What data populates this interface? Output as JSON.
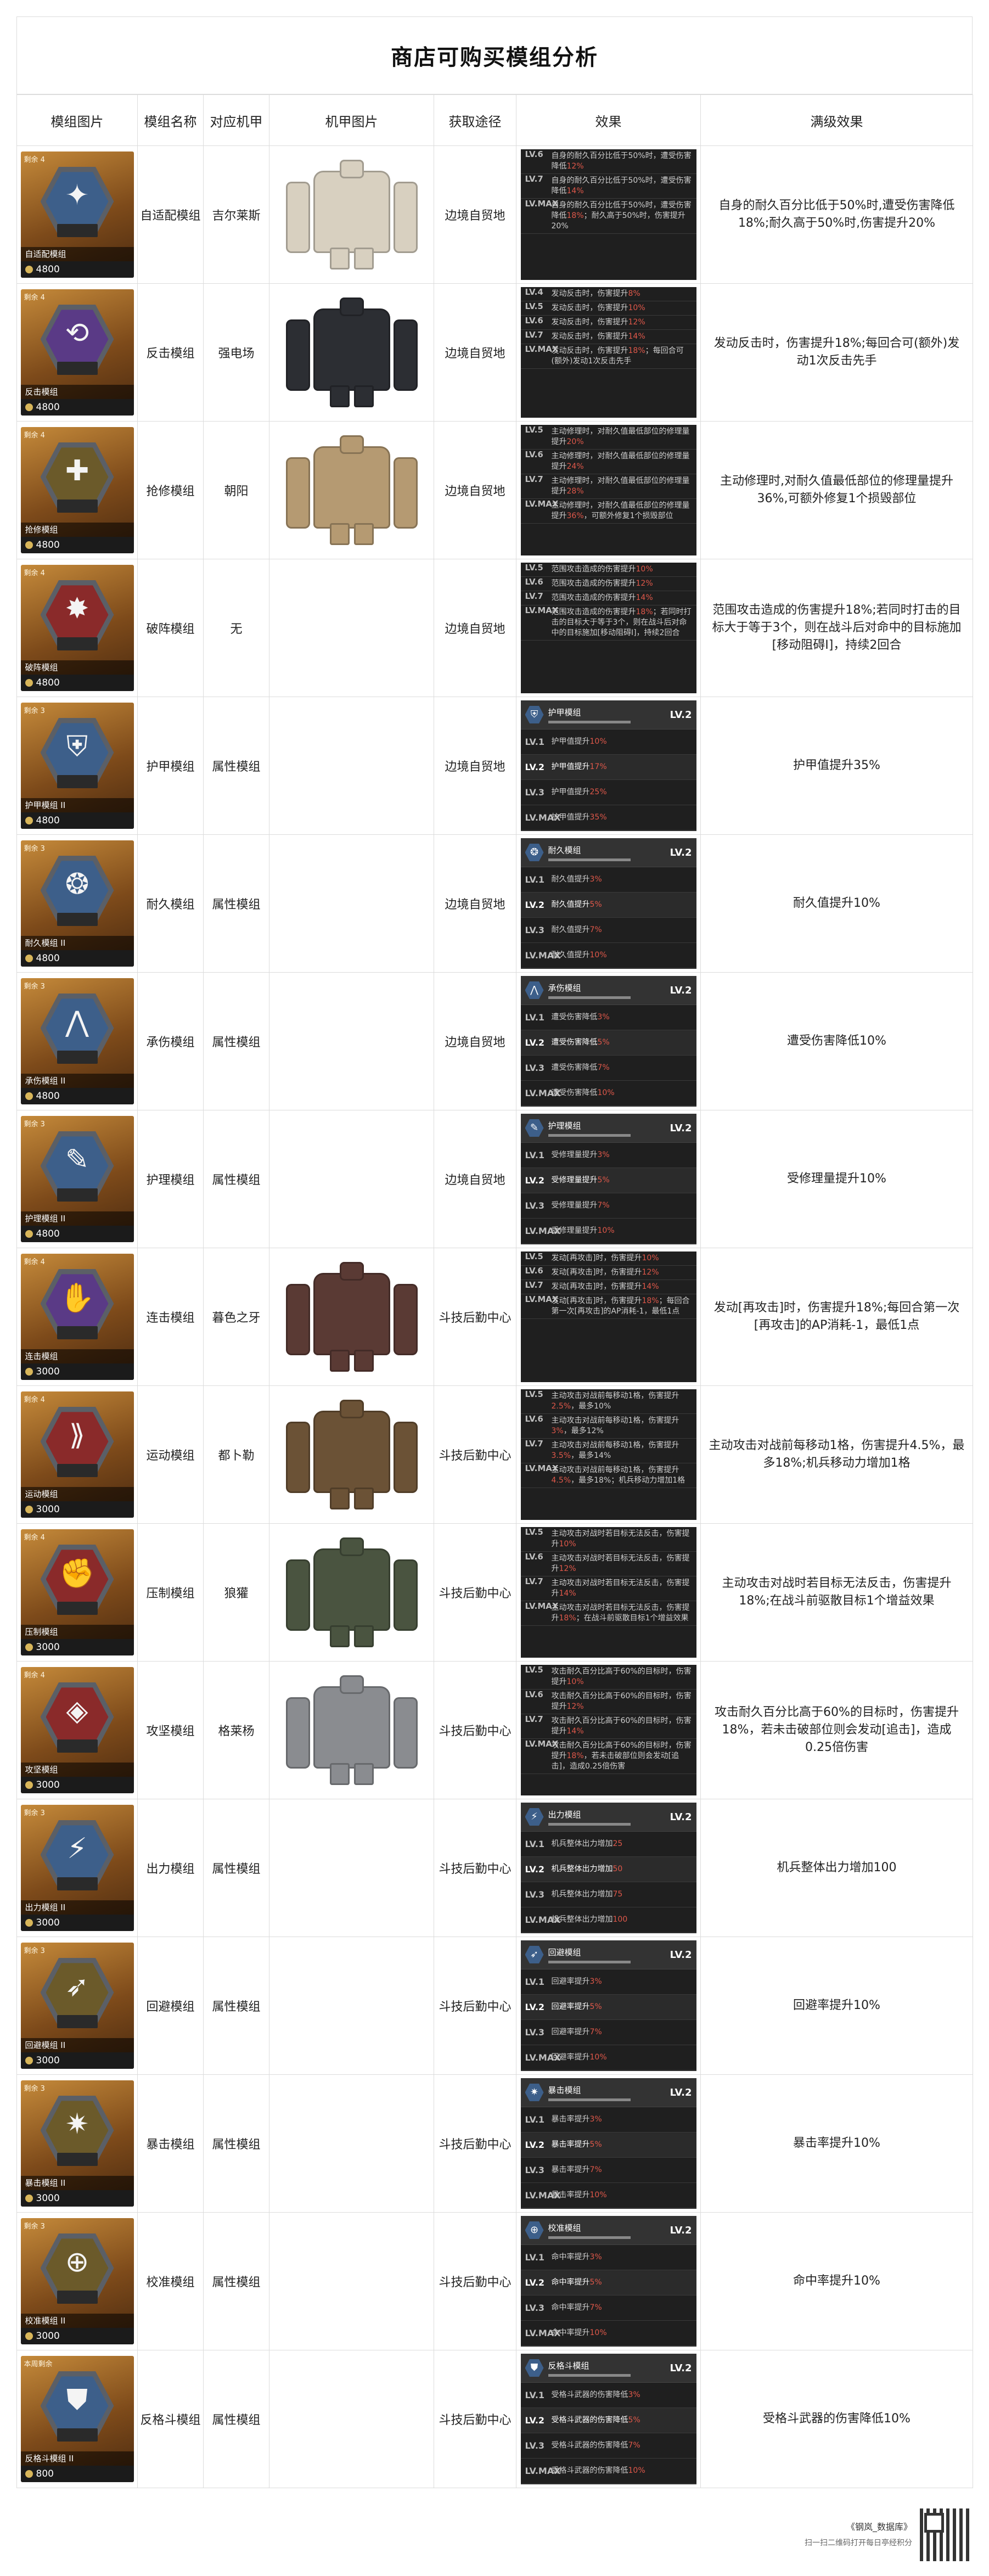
{
  "title": "商店可购买模组分析",
  "headers": [
    "模组图片",
    "模组名称",
    "对应机甲",
    "机甲图片",
    "获取途径",
    "效果",
    "满级效果"
  ],
  "rows": [
    {
      "remain": "剩余 4",
      "card_name": "自适配模组",
      "price": "4800",
      "glyph": "✦",
      "tone": "",
      "name": "自适配模组",
      "mech": "吉尔莱斯",
      "source": "边境自贸地",
      "mech_color": "#d8d0c0",
      "has_mech": true,
      "effects": [
        {
          "lv": "LV.6",
          "pre": "自身的耐久百分比低于50%时，遭受伤害降低",
          "hl": "12%",
          "post": ""
        },
        {
          "lv": "LV.7",
          "pre": "自身的耐久百分比低于50%时，遭受伤害降低",
          "hl": "14%",
          "post": ""
        },
        {
          "lv": "LV.MAX",
          "pre": "自身的耐久百分比低于50%时，遭受伤害降低",
          "hl": "18%",
          "post": "；耐久高于50%时，伤害提升20%"
        }
      ],
      "full": "自身的耐久百分比低于50%时,遭受伤害降低18%;耐久高于50%时,伤害提升20%"
    },
    {
      "remain": "剩余 4",
      "card_name": "反击模组",
      "price": "4800",
      "glyph": "⟲",
      "tone": "purple",
      "name": "反击模组",
      "mech": "强电场",
      "source": "边境自贸地",
      "mech_color": "#2c2e33",
      "has_mech": true,
      "effects": [
        {
          "lv": "LV.4",
          "pre": "发动反击时，伤害提升",
          "hl": "8%",
          "post": ""
        },
        {
          "lv": "LV.5",
          "pre": "发动反击时，伤害提升",
          "hl": "10%",
          "post": ""
        },
        {
          "lv": "LV.6",
          "pre": "发动反击时，伤害提升",
          "hl": "12%",
          "post": ""
        },
        {
          "lv": "LV.7",
          "pre": "发动反击时，伤害提升",
          "hl": "14%",
          "post": ""
        },
        {
          "lv": "LV.MAX",
          "pre": "发动反击时，伤害提升",
          "hl": "18%",
          "post": "；每回合可(额外)发动1次反击先手"
        }
      ],
      "full": "发动反击时，伤害提升18%;每回合可(额外)发动1次反击先手"
    },
    {
      "remain": "剩余 4",
      "card_name": "抢修模组",
      "price": "4800",
      "glyph": "✚",
      "tone": "olive",
      "name": "抢修模组",
      "mech": "朝阳",
      "source": "边境自贸地",
      "mech_color": "#b59a72",
      "has_mech": true,
      "effects": [
        {
          "lv": "LV.5",
          "pre": "主动修理时，对耐久值最低部位的修理量提升",
          "hl": "20%",
          "post": ""
        },
        {
          "lv": "LV.6",
          "pre": "主动修理时，对耐久值最低部位的修理量提升",
          "hl": "24%",
          "post": ""
        },
        {
          "lv": "LV.7",
          "pre": "主动修理时，对耐久值最低部位的修理量提升",
          "hl": "28%",
          "post": ""
        },
        {
          "lv": "LV.MAX",
          "pre": "主动修理时，对耐久值最低部位的修理量提升",
          "hl": "36%",
          "post": "，可额外修复1个损毁部位"
        }
      ],
      "full": "主动修理时,对耐久值最低部位的修理量提升36%,可额外修复1个损毁部位"
    },
    {
      "remain": "剩余 4",
      "card_name": "破阵模组",
      "price": "4800",
      "glyph": "✸",
      "tone": "red",
      "name": "破阵模组",
      "mech": "无",
      "source": "边境自贸地",
      "mech_color": "#ffffff",
      "has_mech": false,
      "effects": [
        {
          "lv": "LV.5",
          "pre": "范围攻击造成的伤害提升",
          "hl": "10%",
          "post": ""
        },
        {
          "lv": "LV.6",
          "pre": "范围攻击造成的伤害提升",
          "hl": "12%",
          "post": ""
        },
        {
          "lv": "LV.7",
          "pre": "范围攻击造成的伤害提升",
          "hl": "14%",
          "post": ""
        },
        {
          "lv": "LV.MAX",
          "pre": "范围攻击造成的伤害提升",
          "hl": "18%",
          "post": "；若同时打击的目标大于等于3个，则在战斗后对命中的目标施加[移动阻碍Ⅰ]，持续2回合"
        }
      ],
      "full": "范围攻击造成的伤害提升18%;若同时打击的目标大于等于3个，则在战斗后对命中的目标施加[移动阻碍Ⅰ]，持续2回合"
    },
    {
      "remain": "剩余 3",
      "card_name": "护甲模组 II",
      "price": "4800",
      "glyph": "⛨",
      "tone": "",
      "name": "护甲模组",
      "mech": "属性模组",
      "source": "边境自贸地",
      "mech_color": "#ffffff",
      "has_mech": false,
      "panel": {
        "name": "护甲模组",
        "lv": "LV.2",
        "rows": [
          {
            "lv": "LV.1",
            "pre": "护甲值提升",
            "hl": "10%"
          },
          {
            "lv": "LV.2",
            "pre": "护甲值提升",
            "hl": "17%"
          },
          {
            "lv": "LV.3",
            "pre": "护甲值提升",
            "hl": "25%"
          },
          {
            "lv": "LV.MAX",
            "pre": "护甲值提升",
            "hl": "35%"
          }
        ]
      },
      "full": "护甲值提升35%"
    },
    {
      "remain": "剩余 3",
      "card_name": "耐久模组 II",
      "price": "4800",
      "glyph": "❂",
      "tone": "",
      "name": "耐久模组",
      "mech": "属性模组",
      "source": "边境自贸地",
      "mech_color": "#ffffff",
      "has_mech": false,
      "panel": {
        "name": "耐久模组",
        "lv": "LV.2",
        "rows": [
          {
            "lv": "LV.1",
            "pre": "耐久值提升",
            "hl": "3%"
          },
          {
            "lv": "LV.2",
            "pre": "耐久值提升",
            "hl": "5%"
          },
          {
            "lv": "LV.3",
            "pre": "耐久值提升",
            "hl": "7%"
          },
          {
            "lv": "LV.MAX",
            "pre": "耐久值提升",
            "hl": "10%"
          }
        ]
      },
      "full": "耐久值提升10%"
    },
    {
      "remain": "剩余 3",
      "card_name": "承伤模组 II",
      "price": "4800",
      "glyph": "⋀",
      "tone": "",
      "name": "承伤模组",
      "mech": "属性模组",
      "source": "边境自贸地",
      "mech_color": "#ffffff",
      "has_mech": false,
      "panel": {
        "name": "承伤模组",
        "lv": "LV.2",
        "rows": [
          {
            "lv": "LV.1",
            "pre": "遭受伤害降低",
            "hl": "3%"
          },
          {
            "lv": "LV.2",
            "pre": "遭受伤害降低",
            "hl": "5%"
          },
          {
            "lv": "LV.3",
            "pre": "遭受伤害降低",
            "hl": "7%"
          },
          {
            "lv": "LV.MAX",
            "pre": "遭受伤害降低",
            "hl": "10%"
          }
        ]
      },
      "full": "遭受伤害降低10%"
    },
    {
      "remain": "剩余 3",
      "card_name": "护理模组 II",
      "price": "4800",
      "glyph": "✎",
      "tone": "",
      "name": "护理模组",
      "mech": "属性模组",
      "source": "边境自贸地",
      "mech_color": "#ffffff",
      "has_mech": false,
      "panel": {
        "name": "护理模组",
        "lv": "LV.2",
        "rows": [
          {
            "lv": "LV.1",
            "pre": "受修理量提升",
            "hl": "3%"
          },
          {
            "lv": "LV.2",
            "pre": "受修理量提升",
            "hl": "5%"
          },
          {
            "lv": "LV.3",
            "pre": "受修理量提升",
            "hl": "7%"
          },
          {
            "lv": "LV.MAX",
            "pre": "受修理量提升",
            "hl": "10%"
          }
        ]
      },
      "full": "受修理量提升10%"
    },
    {
      "remain": "剩余 4",
      "card_name": "连击模组",
      "price": "3000",
      "glyph": "✋",
      "tone": "purple",
      "name": "连击模组",
      "mech": "暮色之牙",
      "source": "斗技后勤中心",
      "mech_color": "#5a3a34",
      "has_mech": true,
      "effects": [
        {
          "lv": "LV.5",
          "pre": "发动[再攻击]时，伤害提升",
          "hl": "10%",
          "post": ""
        },
        {
          "lv": "LV.6",
          "pre": "发动[再攻击]时，伤害提升",
          "hl": "12%",
          "post": ""
        },
        {
          "lv": "LV.7",
          "pre": "发动[再攻击]时，伤害提升",
          "hl": "14%",
          "post": ""
        },
        {
          "lv": "LV.MAX",
          "pre": "发动[再攻击]时，伤害提升",
          "hl": "18%",
          "post": "；每回合第一次[再攻击]的AP消耗-1，最低1点"
        }
      ],
      "full": "发动[再攻击]时，伤害提升18%;每回合第一次[再攻击]的AP消耗-1，最低1点"
    },
    {
      "remain": "剩余 4",
      "card_name": "运动模组",
      "price": "3000",
      "glyph": "⟫",
      "tone": "red",
      "name": "运动模组",
      "mech": "都卜勒",
      "source": "斗技后勤中心",
      "mech_color": "#6b5236",
      "has_mech": true,
      "effects": [
        {
          "lv": "LV.5",
          "pre": "主动攻击对战前每移动1格，伤害提升",
          "hl": "2.5%",
          "post": "，最多10%"
        },
        {
          "lv": "LV.6",
          "pre": "主动攻击对战前每移动1格，伤害提升",
          "hl": "3%",
          "post": "，最多12%"
        },
        {
          "lv": "LV.7",
          "pre": "主动攻击对战前每移动1格，伤害提升",
          "hl": "3.5%",
          "post": "，最多14%"
        },
        {
          "lv": "LV.MAX",
          "pre": "主动攻击对战前每移动1格，伤害提升",
          "hl": "4.5%",
          "post": "，最多18%；机兵移动力增加1格"
        }
      ],
      "full": "主动攻击对战前每移动1格，伤害提升4.5%，最多18%;机兵移动力增加1格"
    },
    {
      "remain": "剩余 4",
      "card_name": "压制模组",
      "price": "3000",
      "glyph": "✊",
      "tone": "red",
      "name": "压制模组",
      "mech": "狼獾",
      "source": "斗技后勤中心",
      "mech_color": "#4a5440",
      "has_mech": true,
      "effects": [
        {
          "lv": "LV.5",
          "pre": "主动攻击对战时若目标无法反击，伤害提升",
          "hl": "10%",
          "post": ""
        },
        {
          "lv": "LV.6",
          "pre": "主动攻击对战时若目标无法反击，伤害提升",
          "hl": "12%",
          "post": ""
        },
        {
          "lv": "LV.7",
          "pre": "主动攻击对战时若目标无法反击，伤害提升",
          "hl": "14%",
          "post": ""
        },
        {
          "lv": "LV.MAX",
          "pre": "主动攻击对战时若目标无法反击，伤害提升",
          "hl": "18%",
          "post": "；在战斗前驱散目标1个增益效果"
        }
      ],
      "full": "主动攻击对战时若目标无法反击，伤害提升18%;在战斗前驱散目标1个增益效果"
    },
    {
      "remain": "剩余 4",
      "card_name": "攻坚模组",
      "price": "3000",
      "glyph": "◈",
      "tone": "red",
      "name": "攻坚模组",
      "mech": "格莱杨",
      "source": "斗技后勤中心",
      "mech_color": "#8a8c90",
      "has_mech": true,
      "effects": [
        {
          "lv": "LV.5",
          "pre": "攻击耐久百分比高于60%的目标时，伤害提升",
          "hl": "10%",
          "post": ""
        },
        {
          "lv": "LV.6",
          "pre": "攻击耐久百分比高于60%的目标时，伤害提升",
          "hl": "12%",
          "post": ""
        },
        {
          "lv": "LV.7",
          "pre": "攻击耐久百分比高于60%的目标时，伤害提升",
          "hl": "14%",
          "post": ""
        },
        {
          "lv": "LV.MAX",
          "pre": "攻击耐久百分比高于60%的目标时，伤害提升",
          "hl": "18%",
          "post": "，若未击破部位则会发动[追击]，造成0.25倍伤害"
        }
      ],
      "full": "攻击耐久百分比高于60%的目标时，伤害提升18%，若未击破部位则会发动[追击]，造成0.25倍伤害"
    },
    {
      "remain": "剩余 3",
      "card_name": "出力模组 II",
      "price": "3000",
      "glyph": "⚡",
      "tone": "",
      "name": "出力模组",
      "mech": "属性模组",
      "source": "斗技后勤中心",
      "mech_color": "#ffffff",
      "has_mech": false,
      "panel": {
        "name": "出力模组",
        "lv": "LV.2",
        "rows": [
          {
            "lv": "LV.1",
            "pre": "机兵整体出力增加",
            "hl": "25"
          },
          {
            "lv": "LV.2",
            "pre": "机兵整体出力增加",
            "hl": "50"
          },
          {
            "lv": "LV.3",
            "pre": "机兵整体出力增加",
            "hl": "75"
          },
          {
            "lv": "LV.MAX",
            "pre": "机兵整体出力增加",
            "hl": "100"
          }
        ]
      },
      "full": "机兵整体出力增加100"
    },
    {
      "remain": "剩余 3",
      "card_name": "回避模组 II",
      "price": "3000",
      "glyph": "➶",
      "tone": "olive",
      "name": "回避模组",
      "mech": "属性模组",
      "source": "斗技后勤中心",
      "mech_color": "#ffffff",
      "has_mech": false,
      "panel": {
        "name": "回避模组",
        "lv": "LV.2",
        "rows": [
          {
            "lv": "LV.1",
            "pre": "回避率提升",
            "hl": "3%"
          },
          {
            "lv": "LV.2",
            "pre": "回避率提升",
            "hl": "5%"
          },
          {
            "lv": "LV.3",
            "pre": "回避率提升",
            "hl": "7%"
          },
          {
            "lv": "LV.MAX",
            "pre": "回避率提升",
            "hl": "10%"
          }
        ]
      },
      "full": "回避率提升10%"
    },
    {
      "remain": "剩余 3",
      "card_name": "暴击模组 II",
      "price": "3000",
      "glyph": "✷",
      "tone": "olive",
      "name": "暴击模组",
      "mech": "属性模组",
      "source": "斗技后勤中心",
      "mech_color": "#ffffff",
      "has_mech": false,
      "panel": {
        "name": "暴击模组",
        "lv": "LV.2",
        "rows": [
          {
            "lv": "LV.1",
            "pre": "暴击率提升",
            "hl": "3%"
          },
          {
            "lv": "LV.2",
            "pre": "暴击率提升",
            "hl": "5%"
          },
          {
            "lv": "LV.3",
            "pre": "暴击率提升",
            "hl": "7%"
          },
          {
            "lv": "LV.MAX",
            "pre": "暴击率提升",
            "hl": "10%"
          }
        ]
      },
      "full": "暴击率提升10%"
    },
    {
      "remain": "剩余 3",
      "card_name": "校准模组 II",
      "price": "3000",
      "glyph": "⊕",
      "tone": "olive",
      "name": "校准模组",
      "mech": "属性模组",
      "source": "斗技后勤中心",
      "mech_color": "#ffffff",
      "has_mech": false,
      "panel": {
        "name": "校准模组",
        "lv": "LV.2",
        "rows": [
          {
            "lv": "LV.1",
            "pre": "命中率提升",
            "hl": "3%"
          },
          {
            "lv": "LV.2",
            "pre": "命中率提升",
            "hl": "5%"
          },
          {
            "lv": "LV.3",
            "pre": "命中率提升",
            "hl": "7%"
          },
          {
            "lv": "LV.MAX",
            "pre": "命中率提升",
            "hl": "10%"
          }
        ]
      },
      "full": "命中率提升10%"
    },
    {
      "remain": "本周剩余",
      "card_name": "反格斗模组 II",
      "price": "800",
      "glyph": "⛊",
      "tone": "",
      "name": "反格斗模组",
      "mech": "属性模组",
      "source": "斗技后勤中心",
      "mech_color": "#ffffff",
      "has_mech": false,
      "panel": {
        "name": "反格斗模组",
        "lv": "LV.2",
        "rows": [
          {
            "lv": "LV.1",
            "pre": "受格斗武器的伤害降低",
            "hl": "3%"
          },
          {
            "lv": "LV.2",
            "pre": "受格斗武器的伤害降低",
            "hl": "5%"
          },
          {
            "lv": "LV.3",
            "pre": "受格斗武器的伤害降低",
            "hl": "7%"
          },
          {
            "lv": "LV.MAX",
            "pre": "受格斗武器的伤害降低",
            "hl": "10%"
          }
        ]
      },
      "full": "受格斗武器的伤害降低10%"
    }
  ],
  "footer": {
    "line1": "《钢岚_数据库》",
    "line2": "扫一扫二维码打开每日亭经积分"
  }
}
